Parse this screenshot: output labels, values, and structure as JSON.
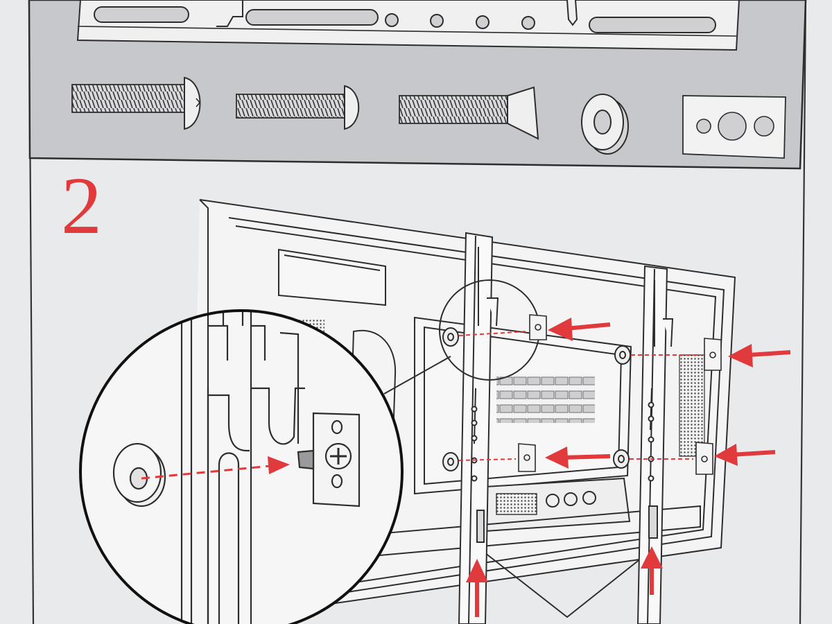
{
  "step": {
    "number": "2"
  },
  "colors": {
    "page": "#e9eaec",
    "parts_panel": "#c7c8cb",
    "line": "#2d2d2f",
    "accent_red": "#e03a3c"
  },
  "parts_panel": {
    "items": [
      {
        "name": "rail-bracket"
      },
      {
        "name": "long-bolt"
      },
      {
        "name": "short-bolt"
      },
      {
        "name": "countersunk-bolt"
      },
      {
        "name": "spacer-washer"
      },
      {
        "name": "adapter-plate"
      }
    ]
  },
  "diagram": {
    "subject": "tv-back-panel",
    "brackets": 2,
    "mounting_points": 4,
    "magnified_detail": true
  }
}
